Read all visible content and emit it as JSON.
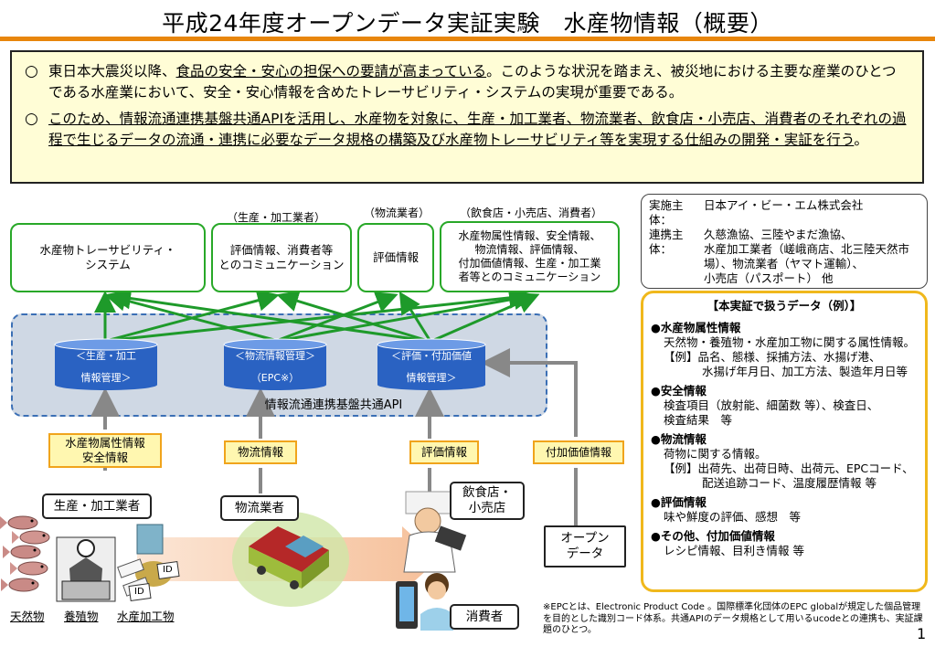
{
  "header": {
    "title": "平成24年度オープンデータ実証実験　水産物情報（概要）"
  },
  "intro": {
    "p1_bullet": "○",
    "p1_lead": "東日本大震災以降、",
    "p1_underlined": "食品の安全・安心の担保への要請が高まっている",
    "p1_rest": "。このような状況を踏まえ、被災地における主要な産業のひとつである水産業において、安全・安心情報を含めたトレーサビリティ・システムの実現が重要である。",
    "p2_bullet": "○",
    "p2_underlined": "このため、情報流通連携基盤共通APIを活用し、水産物を対象に、生産・加工業者、物流業者、飲食店・小売店、消費者のそれぞれの過程で生じるデータの流通・連携に必要なデータ規格の構築及び水産物トレーサビリティ等を実現する仕組みの開発・実証を行う",
    "p2_rest": "。"
  },
  "top_boxes": {
    "traceability": "水産物トレーサビリティ・\nシステム",
    "producer_caption": "（生産・加工業者）",
    "producer": "評価情報、消費者等\nとのコミュニケーション",
    "logistics_caption": "（物流業者）",
    "logistics": "評価情報",
    "retail_caption": "（飲食店・小売店、消費者）",
    "retail": "水産物属性情報、安全情報、\n物流情報、評価情報、\n付加価値情報、生産・加工業\n者等とのコミュニケーション"
  },
  "platform": {
    "label": "情報流通連携基盤共通API",
    "db1_line1": "＜生産・加工",
    "db1_line2": "情報管理＞",
    "db2_line1": "＜物流情報管理＞",
    "db2_line2": "（EPC※）",
    "db3_line1": "＜評価・付加価値",
    "db3_line2": "情報管理＞"
  },
  "data_labels": {
    "producer": "水産物属性情報\n安全情報",
    "logistics": "物流情報",
    "evaluation": "評価情報",
    "value_added": "付加価値情報"
  },
  "actors": {
    "producer": "生産・加工業者",
    "logistics": "物流業者",
    "retail": "飲食店・\n小売店",
    "open_data": "オープン\nデータ",
    "consumer": "消費者"
  },
  "bottom_labels": {
    "natural": "天然物",
    "farmed": "養殖物",
    "processed": "水産加工物",
    "id_tag": "ID"
  },
  "organizations": {
    "implementer_key": "実施主体：",
    "implementer": "日本アイ・ビー・エム株式会社",
    "partners_key": "連携主体：",
    "partners": "久慈漁協、三陸やまだ漁協、\n水産加工業者（嵯峨商店、北三陸天然市場）、物流業者（ヤマト運輸）、\n小売店（パスポート） 他"
  },
  "data_examples": {
    "title": "【本実証で扱うデータ（例）】",
    "s1_head": "●水産物属性情報",
    "s1_l1": "天然物・養殖物・水産加工物に関する属性情報。",
    "s1_l2": "【例】品名、態様、採捕方法、水揚げ港、",
    "s1_l3": "水揚げ年月日、加工方法、製造年月日等",
    "s2_head": "●安全情報",
    "s2_l1": "検査項目（放射能、細菌数 等）、検査日、",
    "s2_l2": "検査結果　等",
    "s3_head": "●物流情報",
    "s3_l1": "荷物に関する情報。",
    "s3_l2": "【例】出荷先、出荷日時、出荷元、EPCコード、",
    "s3_l3": "配送追跡コード、温度履歴情報 等",
    "s4_head": "●評価情報",
    "s4_l1": "味や鮮度の評価、感想　等",
    "s5_head": "●その他、付加価値情報",
    "s5_l1": "レシピ情報、目利き情報 等"
  },
  "footnote": {
    "epc": "※EPCとは、Electronic Product Code 。国際標準化団体のEPC globalが規定した個品管理を目的とした識別コード体系。共通APIのデータ規格として用いるucodeとの連携も、実証課題のひとつ。",
    "page": "1"
  },
  "colors": {
    "accent_orange": "#e8860c",
    "green": "#28a828",
    "db_blue": "#2a62c2",
    "platform_fill": "#cfd8e4",
    "label_yellow": "#fff7b0"
  }
}
